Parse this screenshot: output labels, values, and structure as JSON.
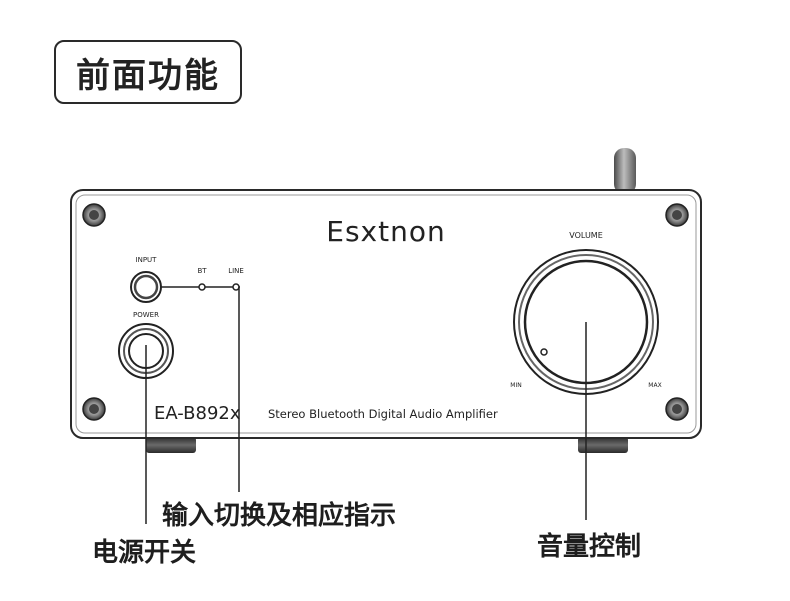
{
  "title": "前面功能",
  "device": {
    "brand": "Esxtnon",
    "model": "EA-B892x",
    "description": "Stereo Bluetooth Digital Audio Amplifier",
    "input_label": "INPUT",
    "bt_label": "BT",
    "line_label": "LINE",
    "power_label": "POWER",
    "volume_label": "VOLUME",
    "min_label": "MIN",
    "max_label": "MAX"
  },
  "callouts": {
    "input_switch": "输入切换及相应指示",
    "power_switch": "电源开关",
    "volume_control": "音量控制"
  }
}
